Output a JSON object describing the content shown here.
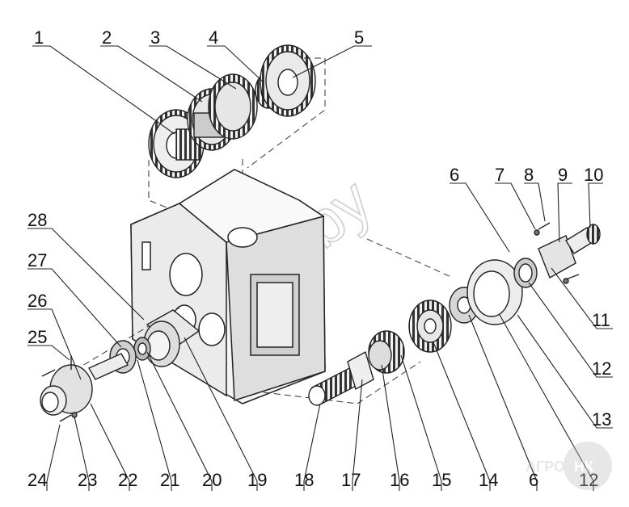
{
  "diagram": {
    "top_labels": [
      "1",
      "2",
      "3",
      "4",
      "5"
    ],
    "right_labels": [
      "6",
      "7",
      "8",
      "9",
      "10",
      "11",
      "12",
      "13"
    ],
    "left_labels": [
      "28",
      "27",
      "26",
      "25"
    ],
    "bottom_labels": [
      "24",
      "23",
      "22",
      "21",
      "20",
      "19",
      "18",
      "17",
      "16",
      "15",
      "14",
      "6",
      "12"
    ],
    "watermark": "agro.by",
    "logo": {
      "text_left": "АГРО",
      "text_right": "НК"
    }
  }
}
